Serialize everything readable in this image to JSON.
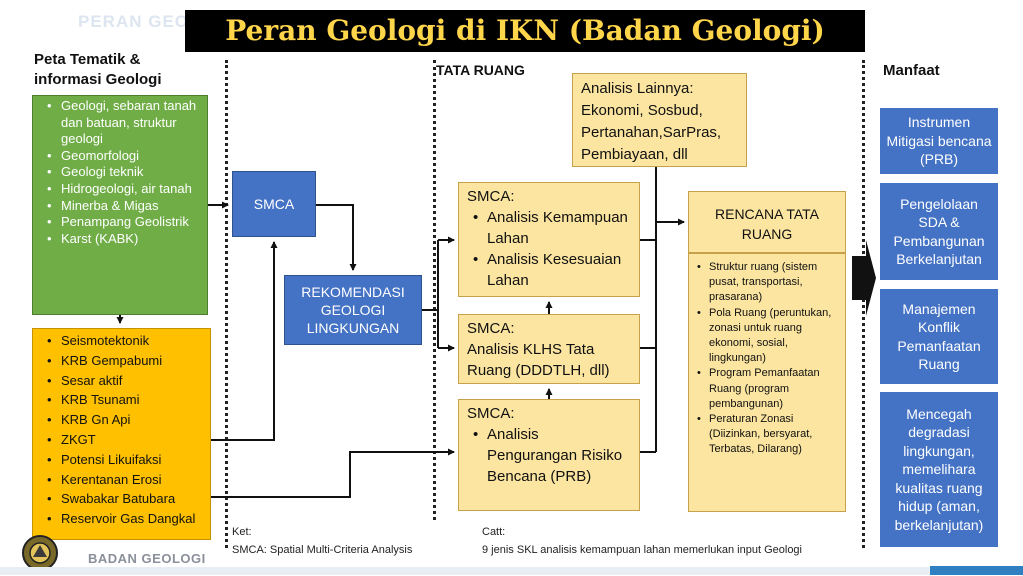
{
  "title": "Peran Geologi di IKN (Badan Geologi)",
  "ghost_title": "PERAN GEO",
  "left_heading": "Peta Tematik & informasi Geologi",
  "left_heading_line1": "Peta Tematik &",
  "left_heading_line2": "informasi Geologi",
  "tata_ruang_heading": "TATA RUANG",
  "manfaat_heading": "Manfaat",
  "green_items": [
    "Geologi, sebaran tanah dan batuan, struktur geologi",
    "Geomorfologi",
    "Geologi teknik",
    "Hidrogeologi, air tanah",
    "Minerba & Migas",
    "Penampang Geolistrik",
    "Karst (KABK)"
  ],
  "orange_items": [
    "Seismotektonik",
    "KRB Gempabumi",
    "Sesar aktif",
    "KRB Tsunami",
    "KRB Gn Api",
    "ZKGT",
    "Potensi Likuifaksi",
    "Kerentanan Erosi",
    "Swabakar Batubara",
    "Reservoir Gas Dangkal"
  ],
  "smca_box": "SMCA",
  "rekomendasi": "REKOMENDASI GEOLOGI LINGKUNGAN",
  "analisis_lainnya": "Analisis Lainnya: Ekonomi, Sosbud, Pertanahan,SarPras, Pembiayaan, dll",
  "smca1": {
    "title": "SMCA:",
    "items": [
      "Analisis Kemampuan Lahan",
      "Analisis Kesesuaian Lahan"
    ]
  },
  "smca2": {
    "title": "SMCA:",
    "body": "Analisis KLHS Tata Ruang (DDDTLH, dll)"
  },
  "smca3": {
    "title": "SMCA:",
    "items": [
      "Analisis Pengurangan Risiko Bencana (PRB)"
    ]
  },
  "rencana": {
    "title": "RENCANA TATA RUANG",
    "items": [
      "Struktur ruang (sistem pusat, transportasi, prasarana)",
      "Pola Ruang (peruntukan, zonasi untuk ruang ekonomi, sosial, lingkungan)",
      "Program Pemanfaatan Ruang (program pembangunan)",
      "Peraturan Zonasi (Diizinkan, bersyarat, Terbatas, Dilarang)"
    ]
  },
  "benefits": [
    "Instrumen Mitigasi bencana (PRB)",
    "Pengelolaan SDA & Pembangunan Berkelanjutan",
    "Manajemen Konflik Pemanfaatan Ruang",
    "Mencegah degradasi lingkungan, memelihara kualitas ruang hidup (aman, berkelanjutan)"
  ],
  "ket_label": "Ket:",
  "ket_text": "SMCA: Spatial Multi-Criteria Analysis",
  "catt_label": "Catt:",
  "catt_text": "9 jenis SKL analisis kemampuan lahan memerlukan input Geologi",
  "logo_text": "BADAN GEOLOGI",
  "colors": {
    "green": "#70ad47",
    "orange": "#ffc000",
    "blue": "#4472c4",
    "tan": "#fbe5a0",
    "title_text": "#ffd54a"
  }
}
